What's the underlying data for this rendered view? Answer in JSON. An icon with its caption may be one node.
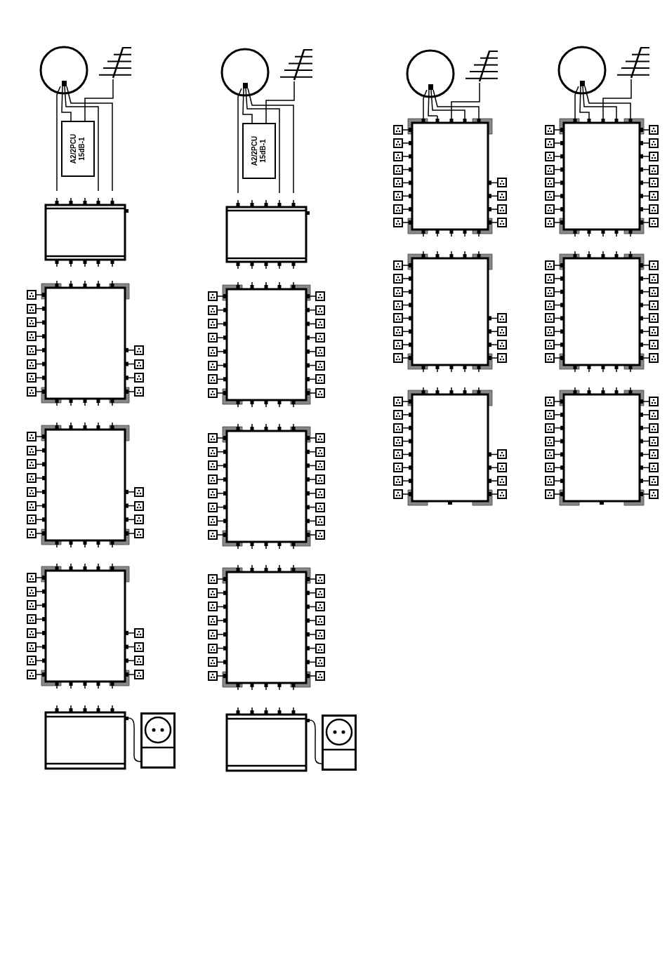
{
  "diagram": {
    "nodes": [
      {
        "text": [],
        "shape": "circle"
      },
      {
        "text": [],
        "shape": "antenna"
      },
      {
        "text": [
          "A2/2PCU 15dB-1"
        ]
      },
      {
        "text": [],
        "shape": "box"
      },
      {
        "text": [],
        "shape": "box"
      },
      {
        "text": [],
        "shape": "box"
      },
      {
        "text": [],
        "shape": "box"
      },
      {
        "text": [],
        "shape": "box"
      },
      {
        "text": [],
        "shape": "box"
      },
      {
        "text": [],
        "shape": "circle"
      },
      {
        "text": [],
        "shape": "antenna"
      },
      {
        "text": [
          "A2/2PCU 15dB-1"
        ]
      },
      {
        "text": [],
        "shape": "box"
      },
      {
        "text": [],
        "shape": "box"
      },
      {
        "text": [],
        "shape": "box"
      },
      {
        "text": [],
        "shape": "box"
      },
      {
        "text": [],
        "shape": "box"
      },
      {
        "text": [],
        "shape": "box"
      },
      {
        "text": [],
        "shape": "circle"
      },
      {
        "text": [],
        "shape": "antenna"
      },
      {
        "text": [],
        "shape": "box"
      },
      {
        "text": [],
        "shape": "box"
      },
      {
        "text": [],
        "shape": "box"
      },
      {
        "text": [],
        "shape": "circle"
      },
      {
        "text": [],
        "shape": "antenna"
      },
      {
        "text": [],
        "shape": "box"
      },
      {
        "text": [],
        "shape": "box"
      },
      {
        "text": [],
        "shape": "box"
      }
    ],
    "edges": [
      {
        "from": 0,
        "to": 3,
        "arrow": "none"
      },
      {
        "from": 0,
        "to": 2,
        "arrow": "none"
      },
      {
        "from": 0,
        "to": 3,
        "arrow": "none"
      },
      {
        "from": 0,
        "to": 3,
        "arrow": "none"
      },
      {
        "from": 1,
        "to": 2,
        "arrow": "none"
      },
      {
        "from": 7,
        "to": 8,
        "arrow": "none"
      },
      {
        "from": 9,
        "to": 12,
        "arrow": "none"
      },
      {
        "from": 9,
        "to": 11,
        "arrow": "none"
      },
      {
        "from": 9,
        "to": 12,
        "arrow": "none"
      },
      {
        "from": 9,
        "to": 12,
        "arrow": "none"
      },
      {
        "from": 10,
        "to": 11,
        "arrow": "none"
      },
      {
        "from": 16,
        "to": 17,
        "arrow": "none"
      },
      {
        "from": 18,
        "to": 20,
        "arrow": "none"
      },
      {
        "from": 18,
        "to": 20,
        "arrow": "none"
      },
      {
        "from": 18,
        "to": 20,
        "arrow": "none"
      },
      {
        "from": 18,
        "to": 20,
        "arrow": "none"
      },
      {
        "from": 19,
        "to": 20,
        "arrow": "none"
      },
      {
        "from": 23,
        "to": 25,
        "arrow": "none"
      },
      {
        "from": 23,
        "to": 25,
        "arrow": "none"
      },
      {
        "from": 23,
        "to": 25,
        "arrow": "none"
      },
      {
        "from": 23,
        "to": 25,
        "arrow": "none"
      },
      {
        "from": 24,
        "to": 25,
        "arrow": "none"
      }
    ]
  }
}
